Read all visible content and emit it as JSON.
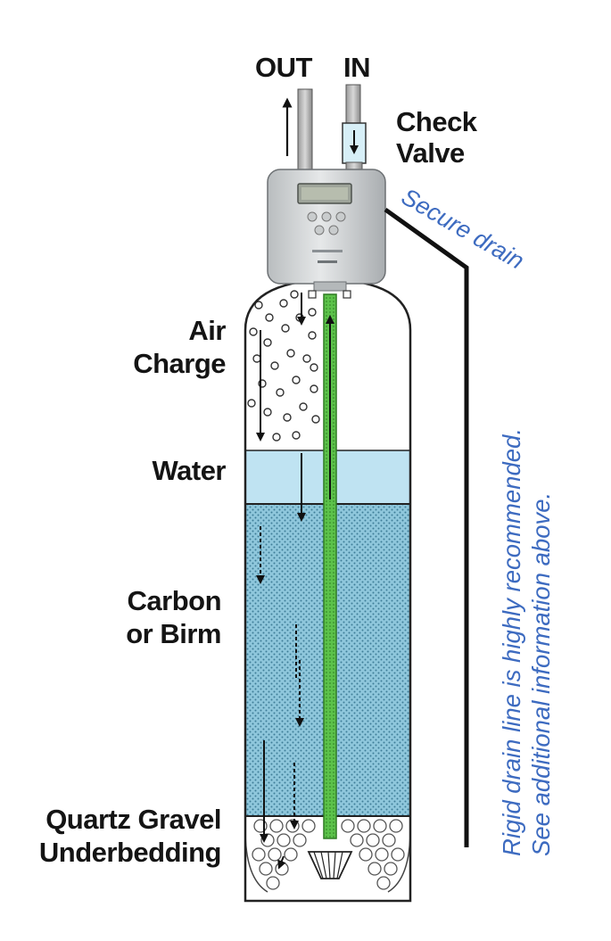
{
  "labels": {
    "out": "OUT",
    "in": "IN",
    "check_valve_line1": "Check",
    "check_valve_line2": "Valve",
    "air_charge_line1": "Air",
    "air_charge_line2": "Charge",
    "water": "Water",
    "carbon_line1": "Carbon",
    "carbon_line2": "or Birm",
    "gravel_line1": "Quartz Gravel",
    "gravel_line2": "Underbedding"
  },
  "notes": {
    "secure_drain": "Secure drain",
    "rigid_line1": "Rigid drain line is highly recommended.",
    "rigid_line2": "See additional information above."
  },
  "colors": {
    "water": "#bfe3f2",
    "media": "#8fc7dc",
    "riser": "#5cc24a",
    "note_text": "#3d6bc0",
    "head_body": "#cfd2d3"
  }
}
